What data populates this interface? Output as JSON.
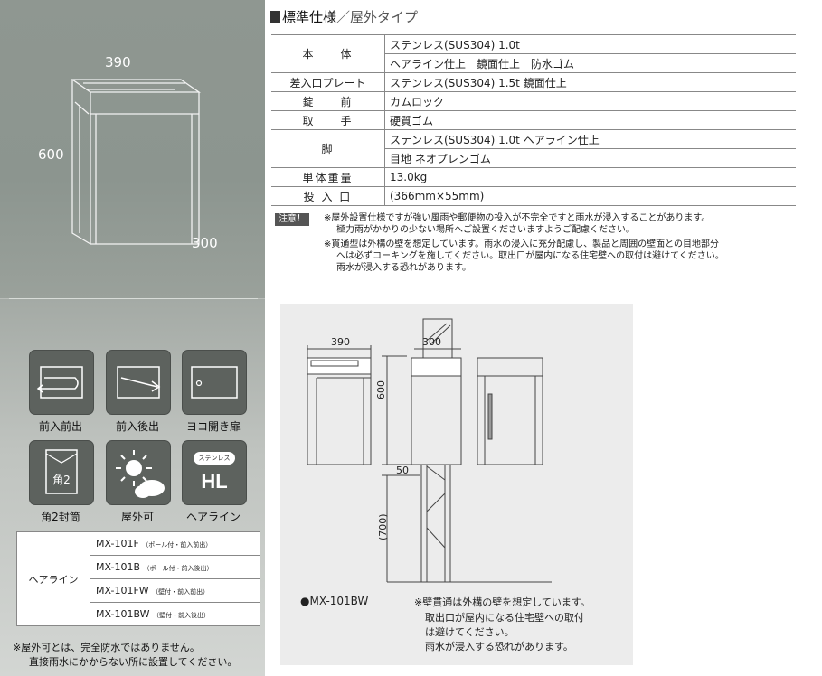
{
  "left_panel": {
    "dims": {
      "width": "390",
      "height": "600",
      "depth": "300"
    },
    "icons": [
      {
        "label": "前入前出",
        "icon": "front-in-front-out-icon"
      },
      {
        "label": "前入後出",
        "icon": "front-in-back-out-icon"
      },
      {
        "label": "ヨコ開き扉",
        "icon": "side-opening-door-icon"
      },
      {
        "label": "角2封筒",
        "icon": "kaku2-envelope-icon",
        "inner_text": "角2"
      },
      {
        "label": "屋外可",
        "icon": "outdoor-ok-icon"
      },
      {
        "label": "ヘアライン",
        "icon": "hairline-finish-icon",
        "badge_text": "ステンレス",
        "big_text": "HL"
      }
    ],
    "model_group": "ヘアライン",
    "models": [
      {
        "name": "MX-101F",
        "note": "（ポール付・前入前出）"
      },
      {
        "name": "MX-101B",
        "note": "（ポール付・前入後出）"
      },
      {
        "name": "MX-101FW",
        "note": "（壁付・前入前出）"
      },
      {
        "name": "MX-101BW",
        "note": "（壁付・前入後出）"
      }
    ],
    "footnote_1": "※屋外可とは、完全防水ではありません。",
    "footnote_2": "直接雨水にかからない所に設置してください。"
  },
  "spec": {
    "title_main": "標準仕様",
    "title_sub": "／屋外タイプ",
    "rows": [
      {
        "label": "本　　体",
        "values": [
          "ステンレス(SUS304) 1.0t",
          "ヘアライン仕上　鏡面仕上　防水ゴム"
        ]
      },
      {
        "label": "差入口プレート",
        "values": [
          "ステンレス(SUS304) 1.5t  鏡面仕上"
        ]
      },
      {
        "label": "錠　　前",
        "values": [
          "カムロック"
        ]
      },
      {
        "label": "取　　手",
        "values": [
          "硬質ゴム"
        ]
      },
      {
        "label": "脚",
        "values": [
          "ステンレス(SUS304) 1.0t  ヘアライン仕上",
          "目地  ネオプレンゴム"
        ]
      },
      {
        "label": "単体重量",
        "values": [
          "13.0kg"
        ]
      },
      {
        "label": "投 入 口",
        "values": [
          "(366mm×55mm)"
        ]
      }
    ],
    "caution_badge": "注意！",
    "caution_1a": "※屋外設置仕様ですが強い風雨や郵便物の投入が不完全ですと雨水が浸入することがあります。",
    "caution_1b": "極力雨がかかりの少ない場所へご設置くださいますようご配慮ください。",
    "caution_2a": "※貫通型は外構の壁を想定しています。雨水の浸入に充分配慮し、製品と周囲の壁面との目地部分",
    "caution_2b": "へは必ずコーキングを施してください。取出口が屋内になる住宅壁への取付は避けてください。",
    "caution_2c": "雨水が浸入する恐れがあります。"
  },
  "drawing": {
    "dim_width": "390",
    "dim_depth": "300",
    "dim_height": "600",
    "dim_gap": "50",
    "dim_pole": "(700)",
    "model_label": "●MX-101BW",
    "note_1": "※壁貫通は外構の壁を想定しています。",
    "note_2": "取出口が屋内になる住宅壁への取付",
    "note_3": "は避けてください。",
    "note_4": "雨水が浸入する恐れがあります。"
  }
}
